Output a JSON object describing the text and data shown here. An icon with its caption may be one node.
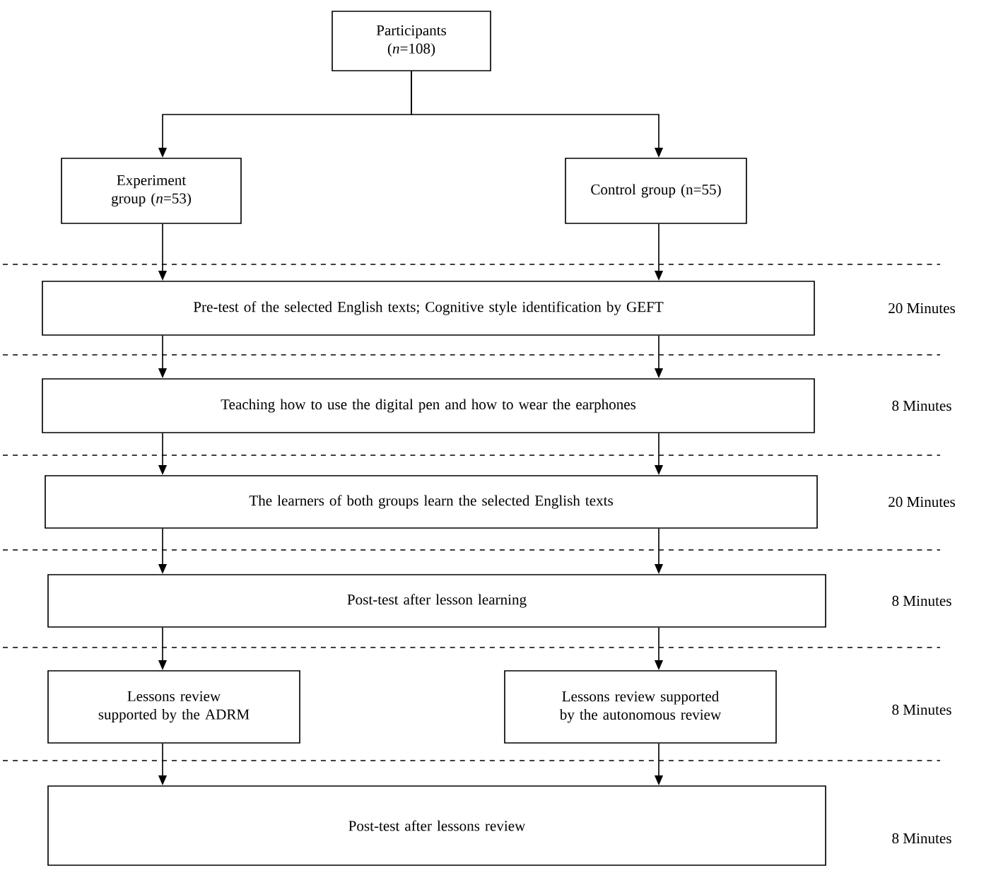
{
  "diagram": {
    "nodes": [
      {
        "text": [
          "Participants (*n*=108)"
        ]
      },
      {
        "text": [
          "Experiment group (*n*=53)"
        ]
      },
      {
        "text": [
          "Control group (n=55)"
        ]
      },
      {
        "text": [
          "Pre-test of the selected English texts; Cognitive style identification by GEFT"
        ]
      },
      {
        "text": [
          "Teaching how to use the digital pen and how to wear the earphones"
        ]
      },
      {
        "text": [
          "The learners of both groups learn the selected English texts"
        ]
      },
      {
        "text": [
          "Post-test after lesson learning"
        ]
      },
      {
        "text": [
          "Lessons review supported by the ADRM"
        ]
      },
      {
        "text": [
          "Lessons review supported by the autonomous review"
        ]
      },
      {
        "text": [
          "Post-test after lessons review"
        ]
      }
    ],
    "labels": [
      "20 Minutes",
      "8 Minutes",
      "20 Minutes",
      "8 Minutes",
      "8 Minutes",
      "8 Minutes"
    ],
    "edges": [
      {
        "from": 0,
        "to": 1,
        "arrow": "to"
      },
      {
        "from": 0,
        "to": 2,
        "arrow": "to"
      },
      {
        "from": 1,
        "to": 3,
        "arrow": "to"
      },
      {
        "from": 2,
        "to": 3,
        "arrow": "to"
      },
      {
        "from": 3,
        "to": 4,
        "arrow": "to"
      },
      {
        "from": 3,
        "to": 4,
        "arrow": "to"
      },
      {
        "from": 4,
        "to": 5,
        "arrow": "to"
      },
      {
        "from": 4,
        "to": 5,
        "arrow": "to"
      },
      {
        "from": 5,
        "to": 6,
        "arrow": "to"
      },
      {
        "from": 5,
        "to": 6,
        "arrow": "to"
      },
      {
        "from": 6,
        "to": 7,
        "arrow": "to"
      },
      {
        "from": 6,
        "to": 8,
        "arrow": "to"
      },
      {
        "from": 7,
        "to": 9,
        "arrow": "to"
      },
      {
        "from": 8,
        "to": 9,
        "arrow": "to"
      }
    ]
  }
}
